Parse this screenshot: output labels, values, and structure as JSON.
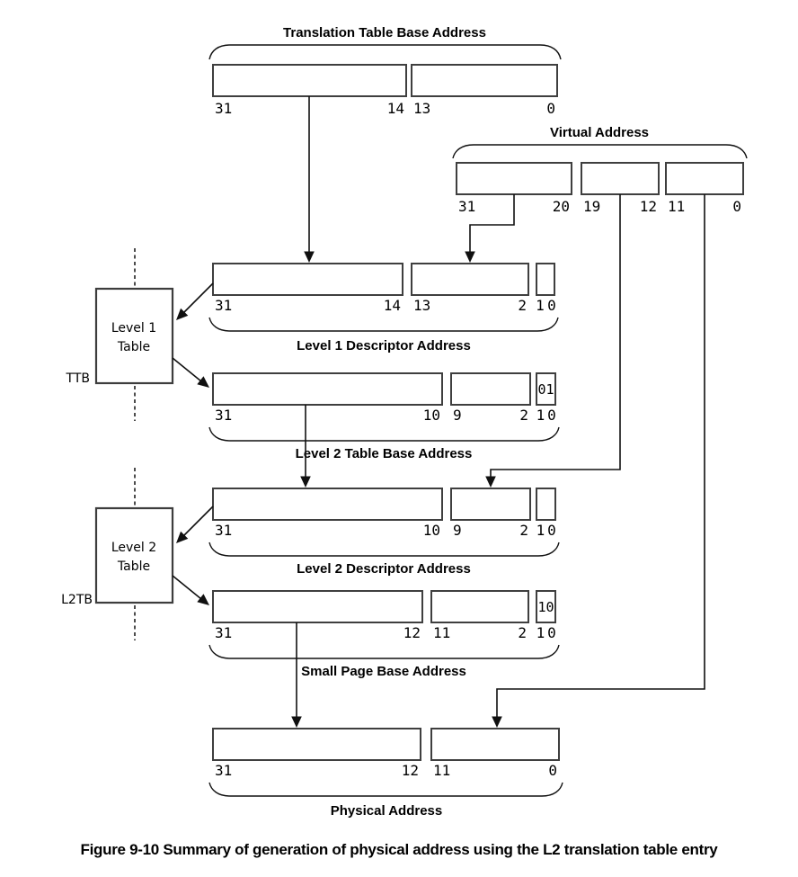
{
  "figure": {
    "caption": "Figure 9-10 Summary of generation of physical address using the L2 translation table entry"
  },
  "colors": {
    "background": "#ffffff",
    "box_stroke": "#3f3f3f",
    "line": "#101010",
    "text": "#000000"
  },
  "tables": {
    "level1": {
      "line1": "Level 1",
      "line2": "Table",
      "pointer_label": "TTB"
    },
    "level2": {
      "line1": "Level 2",
      "line2": "Table",
      "pointer_label": "L2TB"
    }
  },
  "rows": {
    "ttba": {
      "title": "Translation Table Base Address",
      "boxes": [
        {
          "hi": "31",
          "lo": "14"
        },
        {
          "hi": "13",
          "lo": "0"
        }
      ]
    },
    "va": {
      "title": "Virtual Address",
      "boxes": [
        {
          "hi": "31",
          "lo": "20"
        },
        {
          "hi": "19",
          "lo": "12"
        },
        {
          "hi": "11",
          "lo": "0"
        }
      ]
    },
    "l1da": {
      "title": "Level 1 Descriptor Address",
      "boxes": [
        {
          "hi": "31",
          "lo": "14"
        },
        {
          "hi": "13",
          "lo": "2"
        },
        {
          "hi": "1",
          "lo": "0",
          "content": ""
        }
      ]
    },
    "l2tba": {
      "title": "Level 2 Table Base Address",
      "boxes": [
        {
          "hi": "31",
          "lo": "10"
        },
        {
          "hi": "9",
          "lo": "2"
        },
        {
          "hi": "1",
          "lo": "0",
          "content": "01"
        }
      ]
    },
    "l2da": {
      "title": "Level 2 Descriptor Address",
      "boxes": [
        {
          "hi": "31",
          "lo": "10"
        },
        {
          "hi": "9",
          "lo": "2"
        },
        {
          "hi": "1",
          "lo": "0",
          "content": ""
        }
      ]
    },
    "spba": {
      "title": "Small Page Base Address",
      "boxes": [
        {
          "hi": "31",
          "lo": "12"
        },
        {
          "hi": "11",
          "lo": "2"
        },
        {
          "hi": "1",
          "lo": "0",
          "content": "10"
        }
      ]
    },
    "pa": {
      "title": "Physical Address",
      "boxes": [
        {
          "hi": "31",
          "lo": "12"
        },
        {
          "hi": "11",
          "lo": "0"
        }
      ]
    }
  }
}
